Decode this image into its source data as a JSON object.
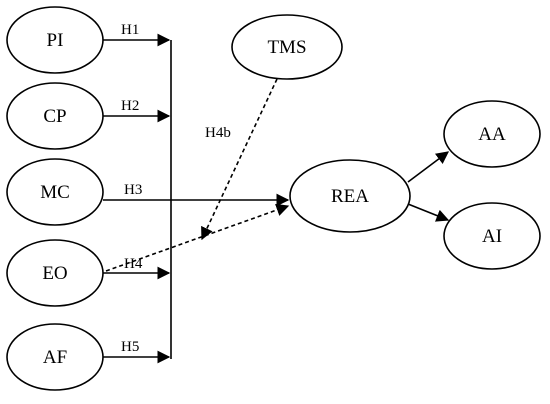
{
  "nodes": {
    "pi": "PI",
    "cp": "CP",
    "mc": "MC",
    "eo": "EO",
    "af": "AF",
    "tms": "TMS",
    "rea": "REA",
    "aa": "AA",
    "ai": "AI"
  },
  "hypotheses": {
    "h1": "H1",
    "h2": "H2",
    "h3": "H3",
    "h4": "H4",
    "h5": "H5",
    "h4b": "H4b"
  },
  "colors": {
    "stroke": "#000000",
    "background": "#ffffff"
  }
}
